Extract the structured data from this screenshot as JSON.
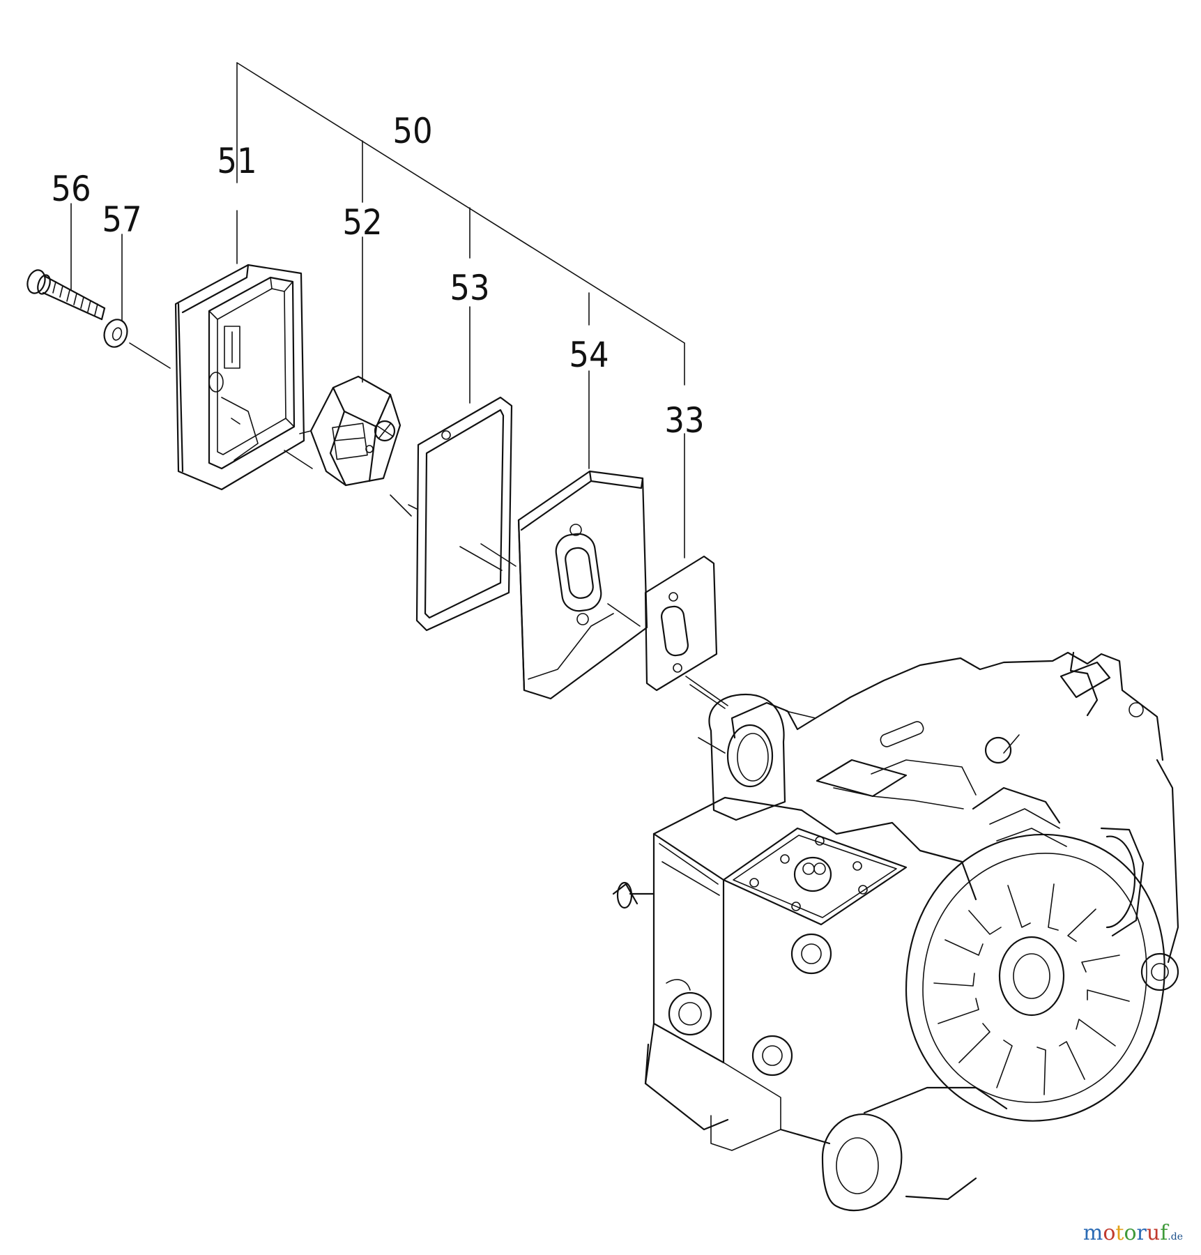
{
  "callouts": [
    {
      "id": "50",
      "label": "50"
    },
    {
      "id": "51",
      "label": "51"
    },
    {
      "id": "52",
      "label": "52"
    },
    {
      "id": "53",
      "label": "53"
    },
    {
      "id": "54",
      "label": "54"
    },
    {
      "id": "33",
      "label": "33"
    },
    {
      "id": "56",
      "label": "56"
    },
    {
      "id": "57",
      "label": "57"
    }
  ],
  "watermark": {
    "letters": [
      "m",
      "o",
      "t",
      "o",
      "r",
      "u",
      "f"
    ],
    "letter_colors": [
      "#2a6ab4",
      "#c13b2e",
      "#e3a21a",
      "#3f9a3a",
      "#2a6ab4",
      "#c13b2e",
      "#3f9a3a"
    ],
    "suffix": ".de"
  }
}
